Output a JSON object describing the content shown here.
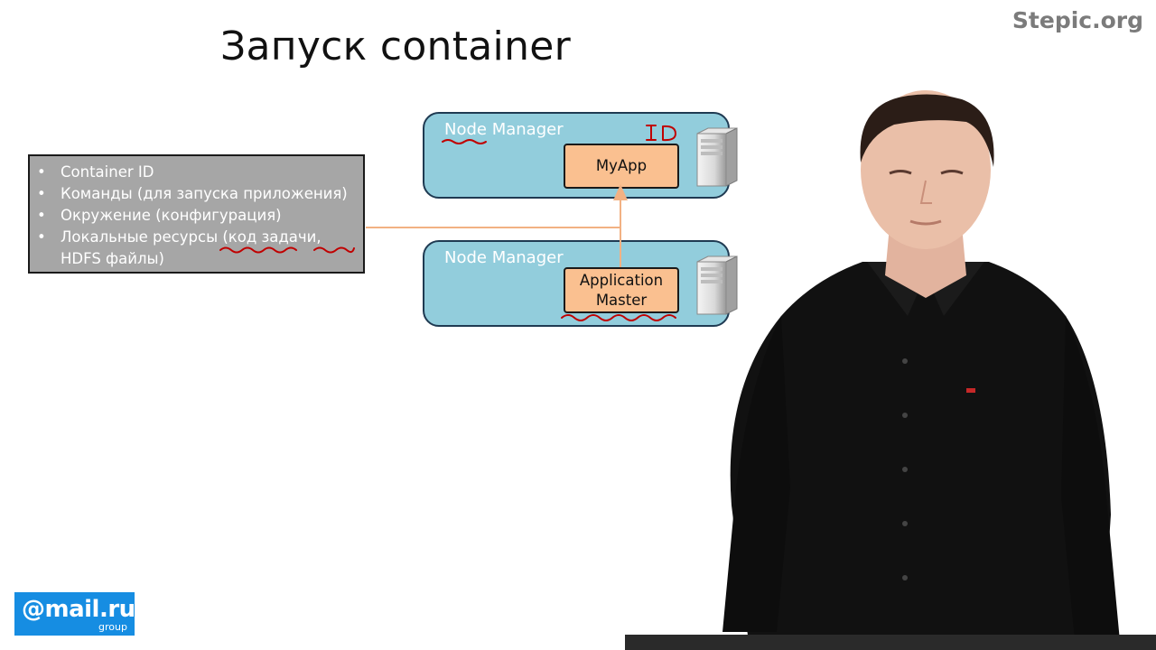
{
  "slide": {
    "title": "Запуск container",
    "watermark": "Stepic.org"
  },
  "info_box": {
    "items": [
      "Container ID",
      "Команды (для запуска приложения)",
      "Окружение (конфигурация)",
      "Локальные ресурсы (код задачи, HDFS файлы)"
    ]
  },
  "nodes": [
    {
      "label": "Node Manager",
      "app": "MyApp",
      "annotation": "ID"
    },
    {
      "label": "Node Manager",
      "app_line1": "Application",
      "app_line2": "Master"
    }
  ],
  "logo": {
    "main": "@mail.ru",
    "sub": "group"
  },
  "colors": {
    "node_fill": "#92cddc",
    "app_fill": "#fac090",
    "info_box_fill": "#a6a6a6",
    "arrow": "#f2b183",
    "ink": "#c00000",
    "logo_bg": "#168de2"
  }
}
